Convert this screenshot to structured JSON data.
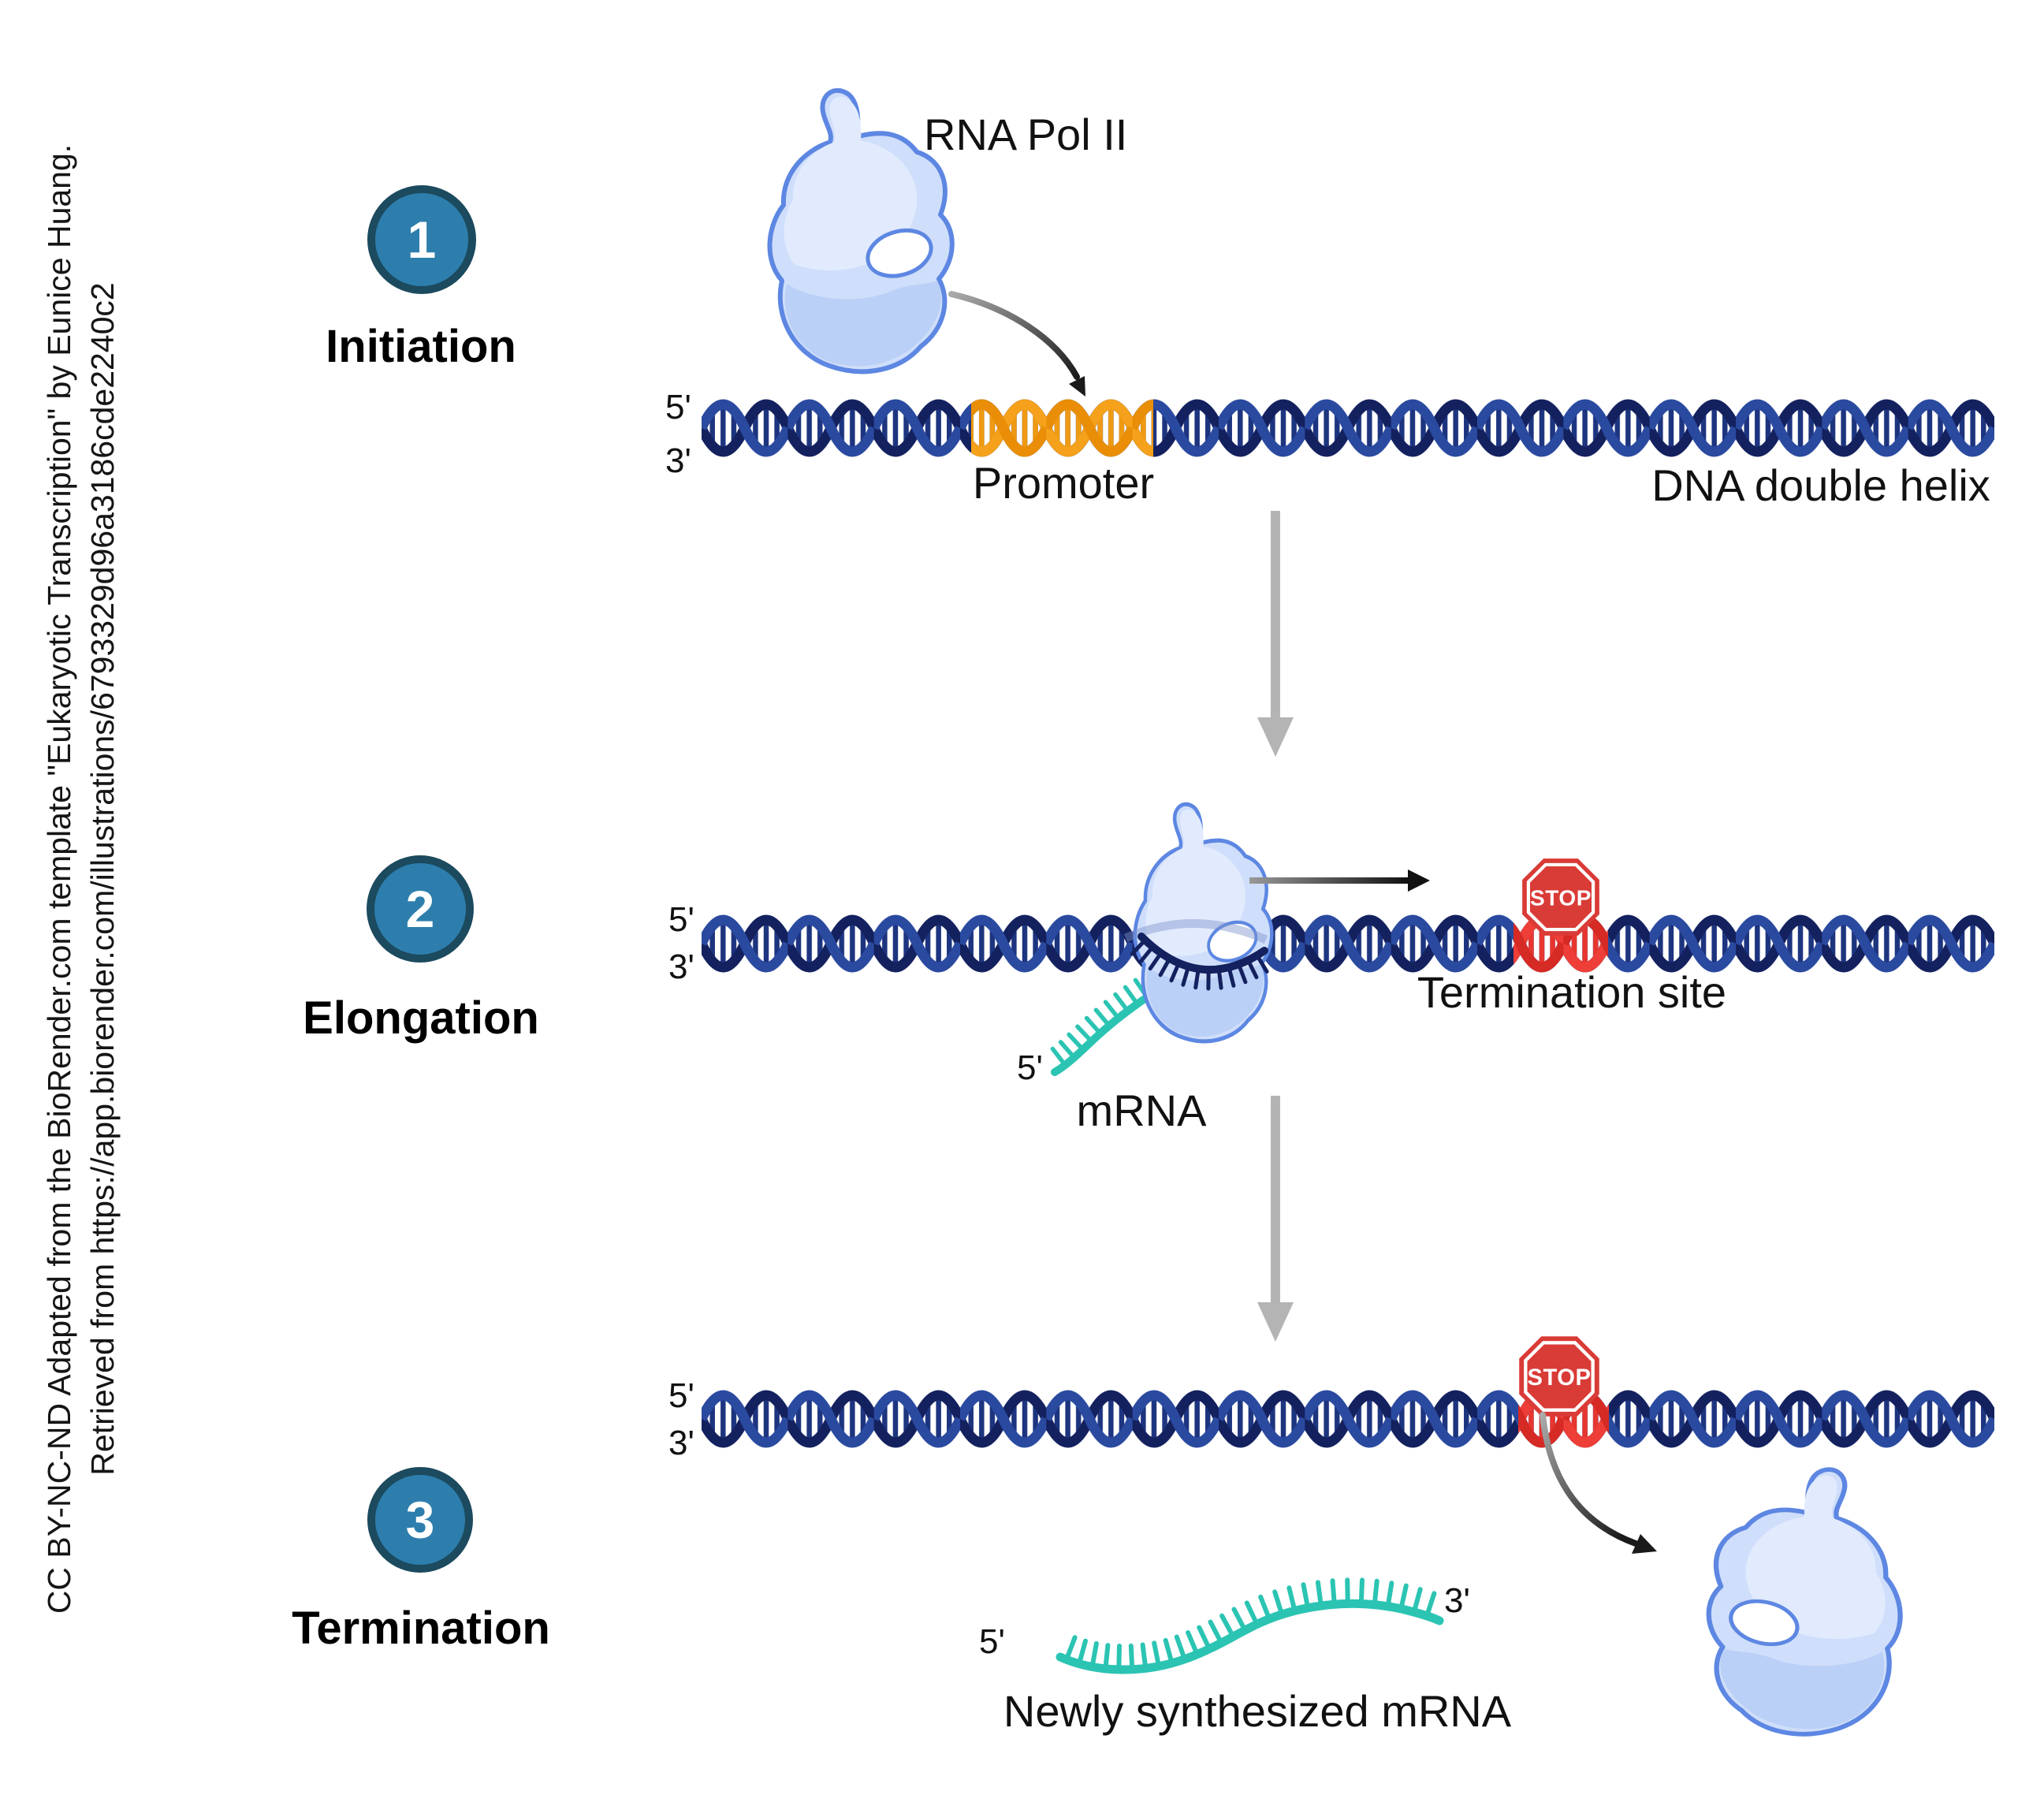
{
  "attribution": {
    "line1": "CC BY-NC-ND Adapted from the BioRender.com template \"Eukaryotic Transcription\" by Eunice Huang.",
    "line2": "Retrieved from https://app.biorender.com/illustrations/6793329d96a3186cde2240c2"
  },
  "steps": [
    {
      "number": "1",
      "label": "Initiation"
    },
    {
      "number": "2",
      "label": "Elongation"
    },
    {
      "number": "3",
      "label": "Termination"
    }
  ],
  "labels": {
    "rna_pol_ii": "RNA Pol II",
    "promoter": "Promoter",
    "dna_double_helix": "DNA double helix",
    "termination_site": "Termination site",
    "mrna": "mRNA",
    "newly_synthesized_mrna": "Newly synthesized mRNA",
    "stop": "STOP",
    "five_prime": "5'",
    "three_prime": "3'"
  },
  "colors": {
    "step_circle_fill": "#2d7ead",
    "step_circle_border": "#1c4a5e",
    "dna_strand_dark": "#14215f",
    "dna_strand_blue": "#2a4aa0",
    "promoter_orange": "#f5a11c",
    "stop_sign_red": "#d93b36",
    "termination_red": "#ee3e38",
    "mrna_teal": "#2bc4b3",
    "polymerase_fill": "#cfdefa",
    "polymerase_outline": "#5d87e2",
    "flow_arrow_gray": "#b4b4b4",
    "text_black": "#1a1a1a"
  }
}
